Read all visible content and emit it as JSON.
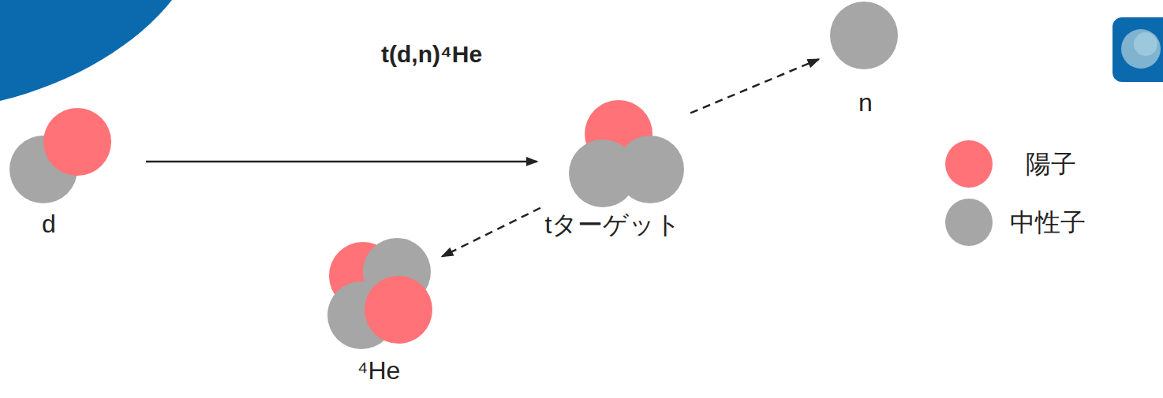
{
  "diagram": {
    "title": "t(d,n)⁴He",
    "nodes": [
      {
        "text": [
          "d"
        ]
      },
      {
        "text": [
          "tターゲット"
        ]
      },
      {
        "text": [
          "n"
        ]
      },
      {
        "text": [
          "⁴He"
        ]
      }
    ],
    "edges": [
      {
        "from": 0,
        "to": 1,
        "arrow": "to"
      },
      {
        "from": 1,
        "to": 2,
        "arrow": "to"
      },
      {
        "from": 1,
        "to": 3,
        "arrow": "to"
      }
    ],
    "legend": [
      {
        "text": "陽子",
        "color": "#ff7378"
      },
      {
        "text": "中性子",
        "color": "#a6a6a6"
      }
    ]
  }
}
